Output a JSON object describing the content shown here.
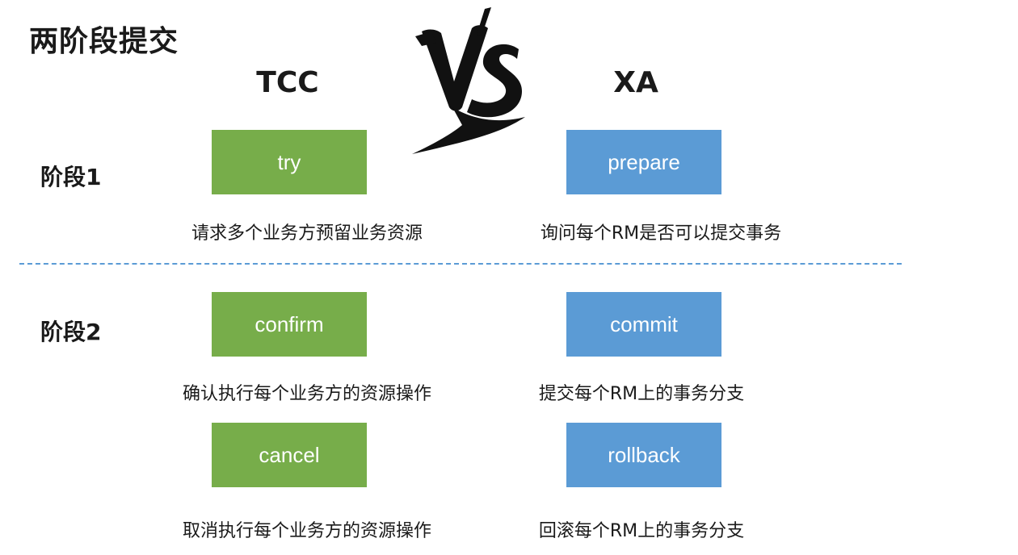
{
  "title": "两阶段提交",
  "vs_label": "VS",
  "columns": {
    "left": "TCC",
    "right": "XA"
  },
  "stages": [
    {
      "label": "阶段1",
      "tcc": [
        {
          "action": "try",
          "desc": "请求多个业务方预留业务资源"
        }
      ],
      "xa": [
        {
          "action": "prepare",
          "desc": "询问每个RM是否可以提交事务"
        }
      ]
    },
    {
      "label": "阶段2",
      "tcc": [
        {
          "action": "confirm",
          "desc": "确认执行每个业务方的资源操作"
        },
        {
          "action": "cancel",
          "desc": "取消执行每个业务方的资源操作"
        }
      ],
      "xa": [
        {
          "action": "commit",
          "desc": "提交每个RM上的事务分支"
        },
        {
          "action": "rollback",
          "desc": "回滚每个RM上的事务分支"
        }
      ]
    }
  ],
  "colors": {
    "tcc_box": "#77ad4a",
    "xa_box": "#5b9bd5",
    "divider": "#5b9bd5"
  }
}
